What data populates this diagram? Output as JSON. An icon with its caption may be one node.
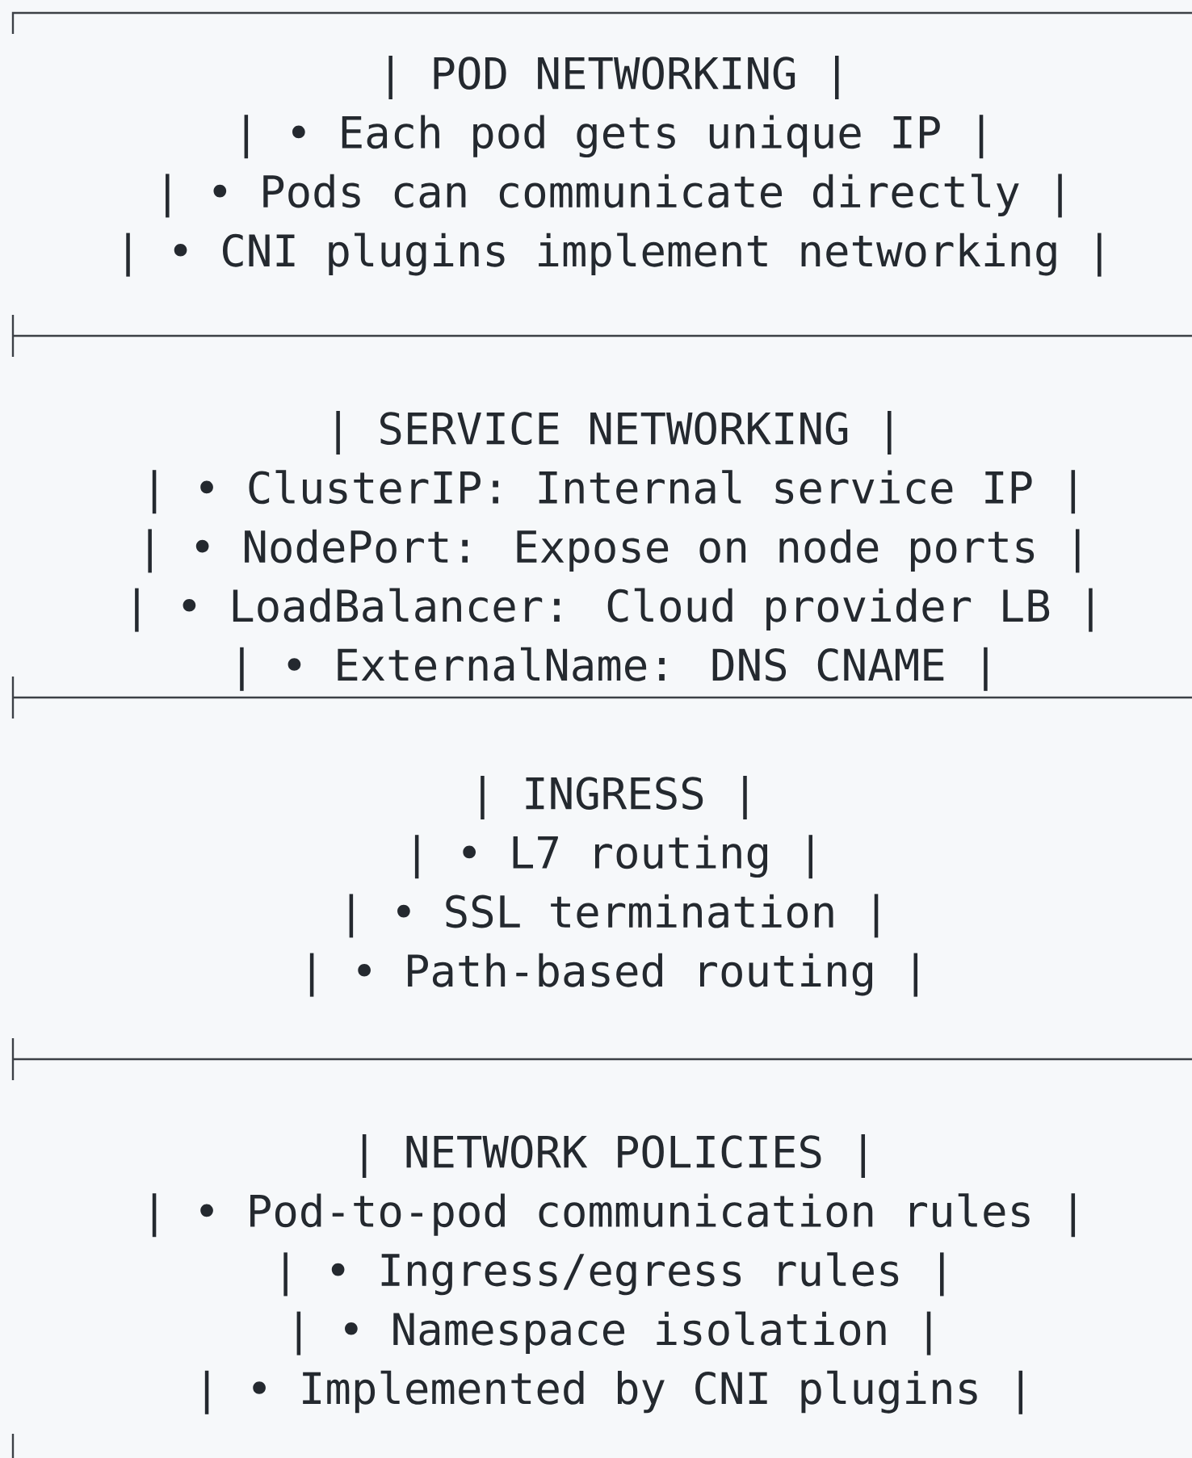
{
  "diagram": {
    "nodes": [
      {
        "text": [
          "| POD NETWORKING |",
          "| • Each pod gets unique IP |",
          "| • Pods can communicate directly |",
          "| • CNI plugins implement networking |"
        ]
      },
      {
        "text": [
          "| SERVICE NETWORKING |",
          "| • ClusterIP: Internal service IP |",
          "| • NodePort: Expose on node ports |",
          "| • LoadBalancer: Cloud provider LB |",
          "| • ExternalName: DNS CNAME |"
        ]
      },
      {
        "text": [
          "| INGRESS |",
          "| • L7 routing |",
          "| • SSL termination |",
          "| • Path-based routing |"
        ]
      },
      {
        "text": [
          "| NETWORK POLICIES |",
          "| • Pod-to-pod communication rules |",
          "| • Ingress/egress rules |",
          "| • Namespace isolation |",
          "| • Implemented by CNI plugins |"
        ]
      }
    ]
  }
}
